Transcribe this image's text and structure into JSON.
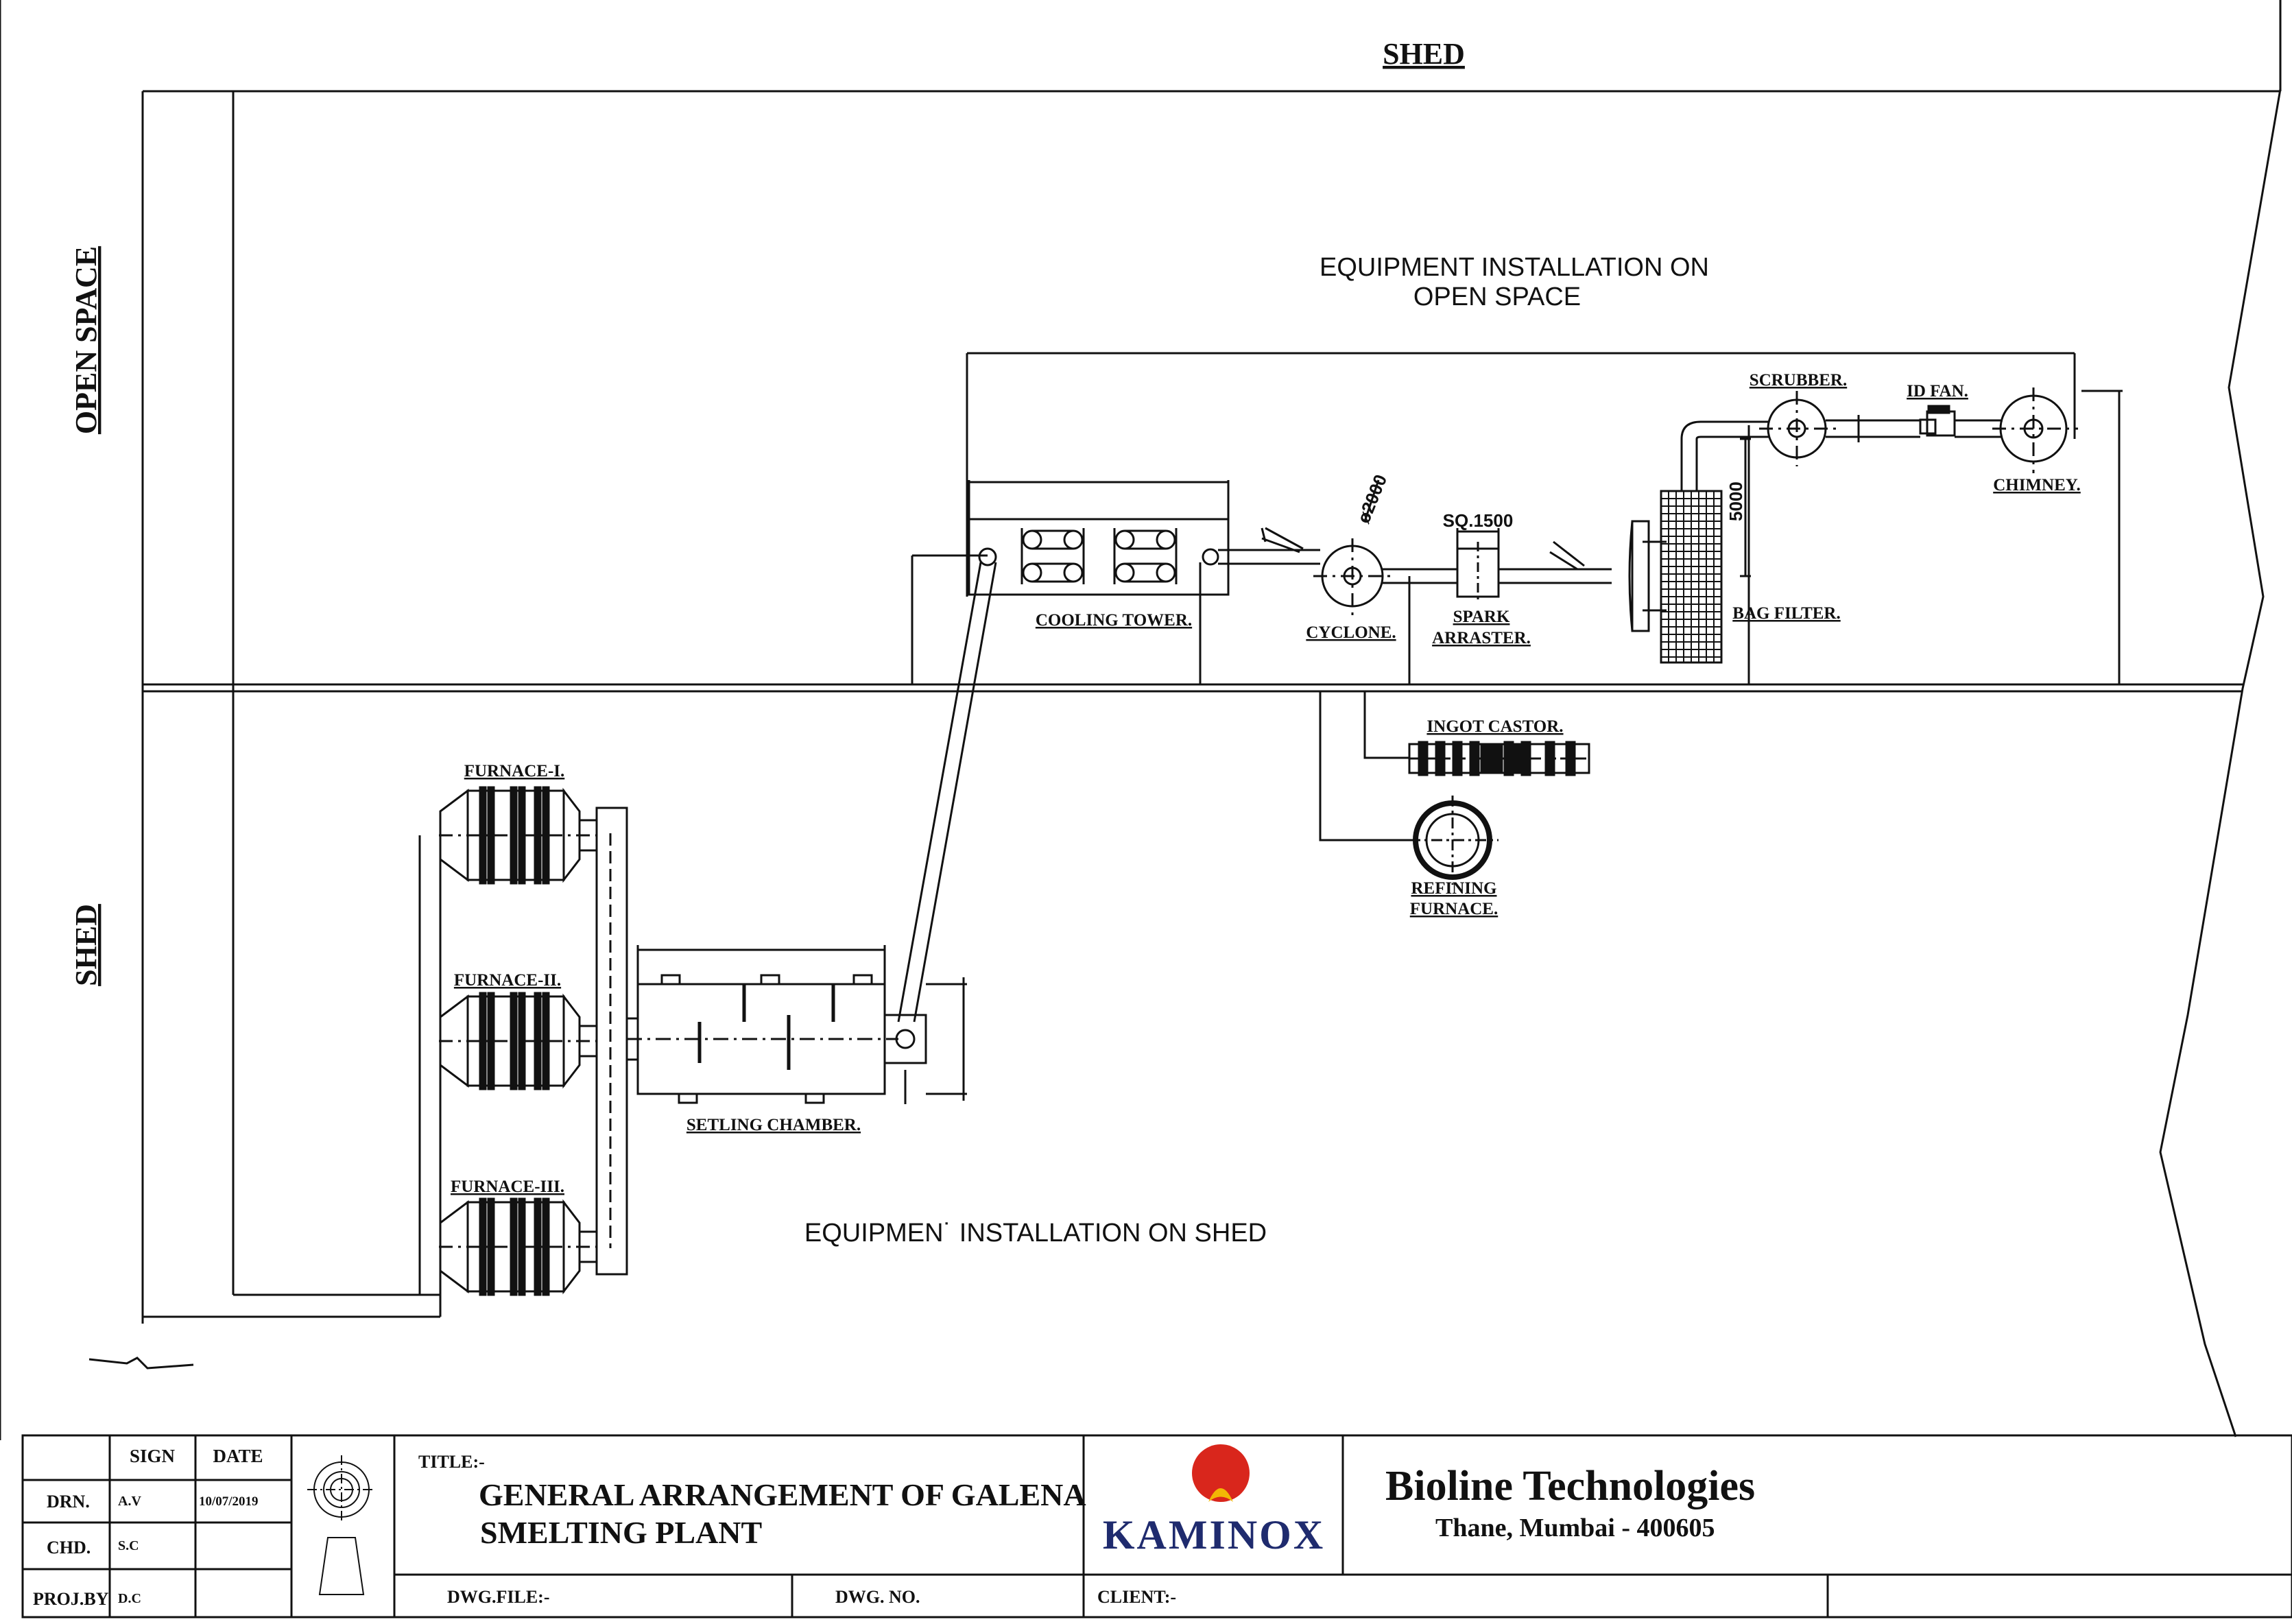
{
  "zones": {
    "shed_top": "SHED",
    "open_space": "OPEN SPACE",
    "shed_left": "SHED"
  },
  "notes": {
    "open_space_line1": "EQUIPMENT INSTALLATION ON",
    "open_space_line2": "OPEN SPACE",
    "shed": "EQUIPMEN˙ INSTALLATION ON SHED"
  },
  "equipment": {
    "cooling_tower": "COOLING TOWER.",
    "cyclone": "CYCLONE.",
    "cyclone_dim": "ø2000",
    "spark_dim": "SQ.1500",
    "spark_line1": "SPARK",
    "spark_line2": "ARRASTER.",
    "bag_filter": "BAG FILTER.",
    "bag_filter_dim": "5000",
    "scrubber": "SCRUBBER.",
    "id_fan": "ID FAN.",
    "chimney": "CHIMNEY.",
    "ingot_castor": "INGOT CASTOR.",
    "refining_line1": "REFINING",
    "refining_line2": "FURNACE.",
    "furnace_1": "FURNACE-I.",
    "furnace_2": "FURNACE-II.",
    "furnace_3": "FURNACE-III.",
    "settling_chamber": "SETLING CHAMBER."
  },
  "title_block": {
    "sign_header": "SIGN",
    "date_header": "DATE",
    "drn_label": "DRN.",
    "drn_sign": "A.V",
    "drn_date": "10/07/2019",
    "chd_label": "CHD.",
    "chd_sign": "S.C",
    "proj_label": "PROJ.BY",
    "proj_sign": "D.C",
    "title_label": "TITLE:-",
    "title_line1": "GENERAL ARRANGEMENT OF GALENA",
    "title_line2": "SMELTING PLANT",
    "dwg_file_label": "DWG.FILE:-",
    "dwg_no_label": "DWG. NO.",
    "client_label": "CLIENT:-",
    "logo_text": "KAMINOX",
    "company_name": "Bioline Technologies",
    "company_address": "Thane, Mumbai - 400605"
  },
  "colors": {
    "ink": "#111111",
    "logo_red": "#d9261c",
    "logo_blue": "#1f2b6e",
    "logo_yellow": "#f2b705"
  }
}
